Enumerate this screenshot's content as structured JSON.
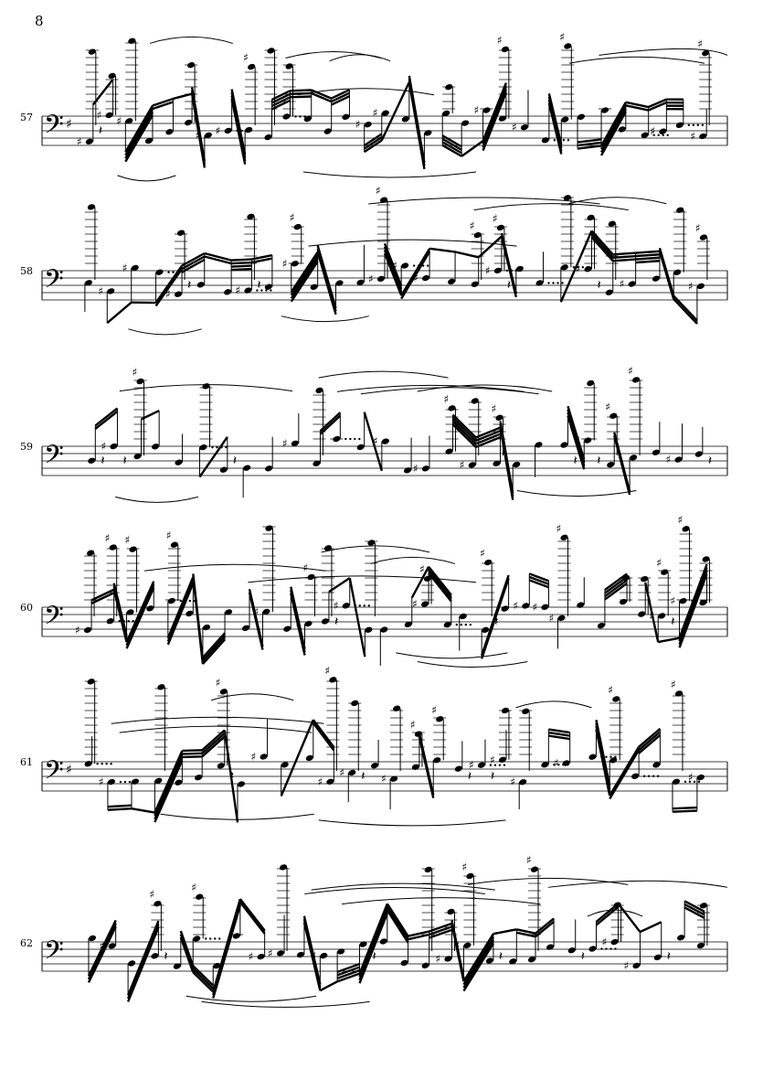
{
  "page": {
    "number": "8"
  },
  "systems": [
    {
      "measure": "57",
      "key": "1 sharp"
    },
    {
      "measure": "58",
      "key": "none"
    },
    {
      "measure": "59",
      "key": "none"
    },
    {
      "measure": "60",
      "key": "none"
    },
    {
      "measure": "61",
      "key": "1 sharp"
    },
    {
      "measure": "62",
      "key": "none"
    }
  ],
  "colors": {
    "ink": "#000000",
    "paper": "#ffffff"
  }
}
